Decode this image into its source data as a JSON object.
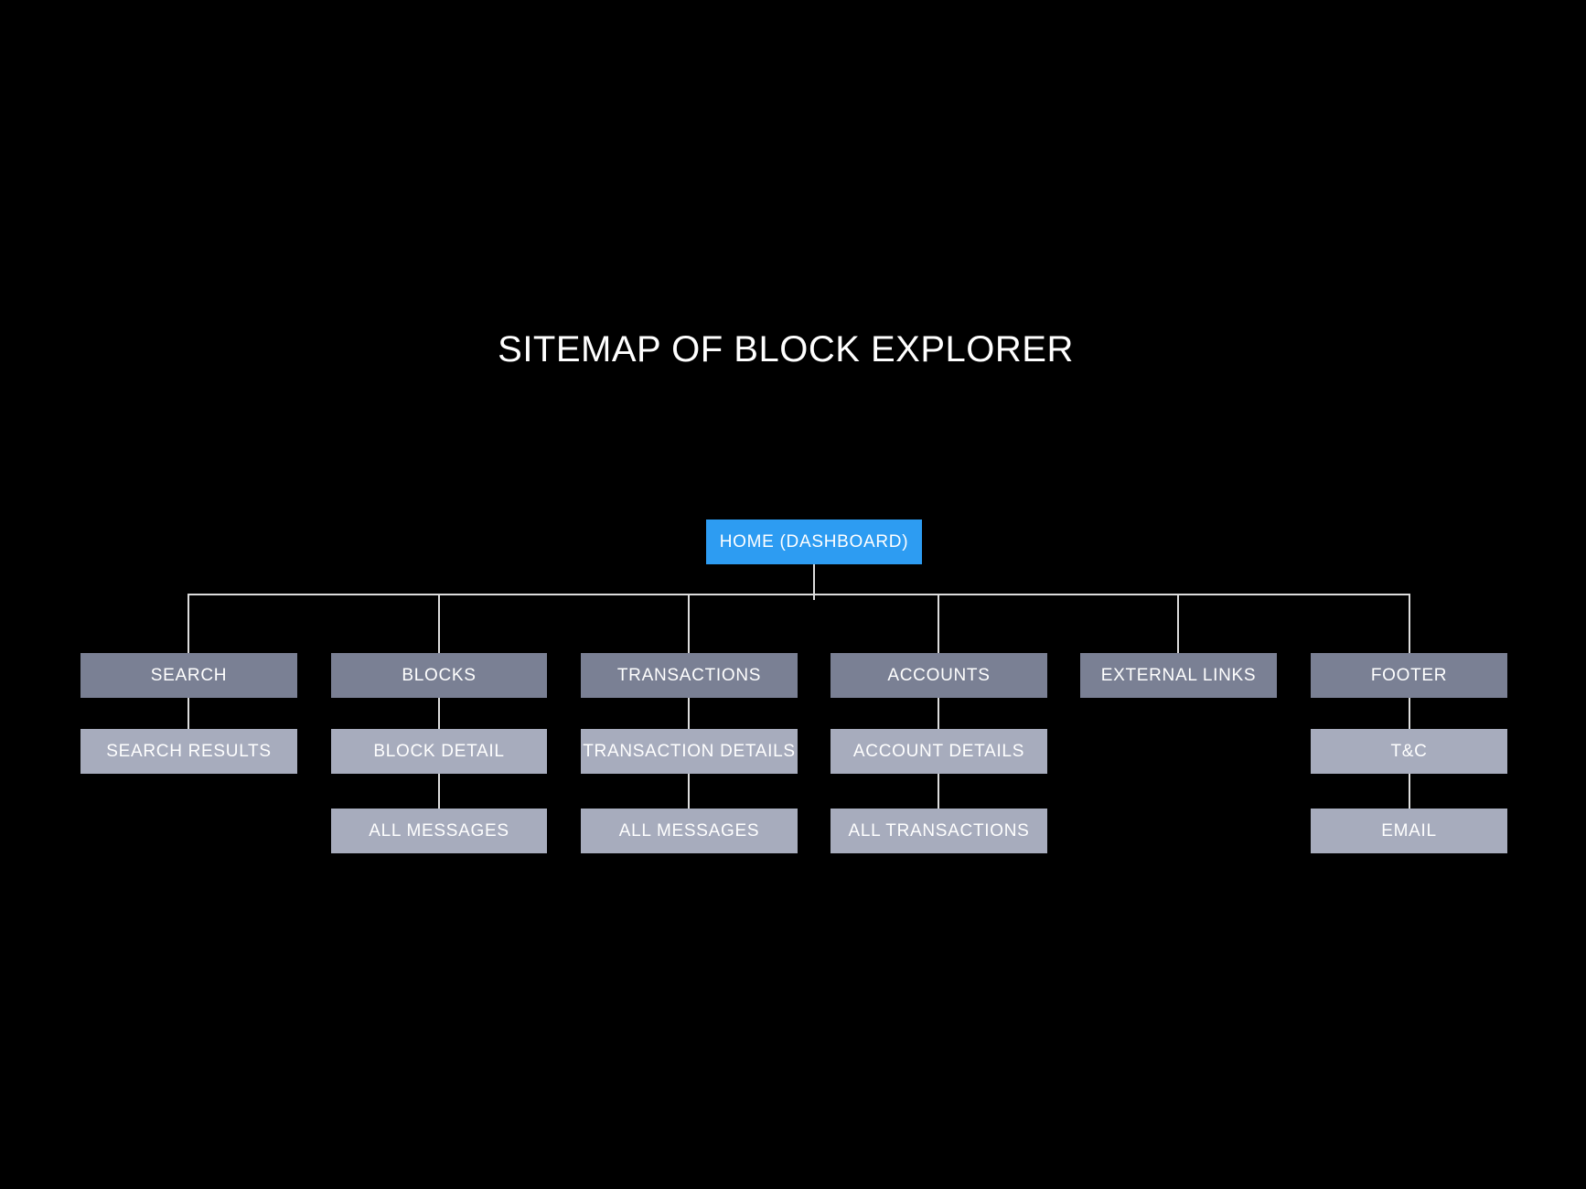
{
  "title": "SITEMAP OF BLOCK EXPLORER",
  "colors": {
    "background": "#000000",
    "accent_blue": "#2D9CF2",
    "level1_fill": "#7A8094",
    "child_fill": "#A7ACBD",
    "connector": "#DCDCDC",
    "text": "#FFFFFF"
  },
  "root": {
    "label": "HOME (DASHBOARD)"
  },
  "columns": [
    {
      "id": "search",
      "level1": "SEARCH",
      "level2": "SEARCH RESULTS"
    },
    {
      "id": "blocks",
      "level1": "BLOCKS",
      "level2": "BLOCK DETAIL",
      "level3": "ALL MESSAGES"
    },
    {
      "id": "transactions",
      "level1": "TRANSACTIONS",
      "level2": "TRANSACTION DETAILS",
      "level3": "ALL MESSAGES"
    },
    {
      "id": "accounts",
      "level1": "ACCOUNTS",
      "level2": "ACCOUNT DETAILS",
      "level3": "ALL TRANSACTIONS"
    },
    {
      "id": "external-links",
      "level1": "EXTERNAL LINKS"
    },
    {
      "id": "footer",
      "level1": "FOOTER",
      "level2": "T&C",
      "level3": "EMAIL"
    }
  ]
}
